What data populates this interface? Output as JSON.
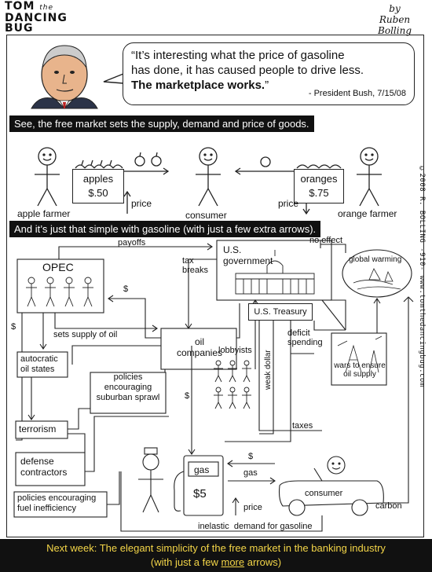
{
  "header": {
    "logo_line1": "TOM",
    "logo_the": "the",
    "logo_line2": "DANCING",
    "logo_line3": "BUG",
    "by": "by",
    "author_first": "Ruben",
    "author_last": "Bolling"
  },
  "quote": {
    "line1": "“It’s interesting what the price of gasoline",
    "line2": "has done, it has caused people to drive less.",
    "line3": "The marketplace works.",
    "line3_end": "”",
    "attribution": "- President Bush, 7/15/08"
  },
  "section1": {
    "banner": "See, the free market sets the supply, demand and price of goods.",
    "apples_label": "apples",
    "apples_price": "$.50",
    "oranges_label": "oranges",
    "oranges_price": "$.75",
    "price_left": "price",
    "price_right": "price",
    "apple_farmer": "apple farmer",
    "consumer": "consumer",
    "orange_farmer": "orange farmer"
  },
  "section2": {
    "banner": "And it’s just that simple with gasoline (with just a few extra arrows).",
    "opec": "OPEC",
    "payoffs": "payoffs",
    "tax_breaks_1": "tax",
    "tax_breaks_2": "breaks",
    "us_gov_1": "U.S.",
    "us_gov_2": "government",
    "no_effect": "no effect",
    "global_warming": "global warming",
    "dollar_1": "$",
    "dollar_2": "$",
    "dollar_3": "$",
    "dollar_4": "$",
    "sets_supply": "sets supply of oil",
    "oil_1": "oil",
    "oil_2": "companies",
    "lobbyists": "lobbyists",
    "treasury": "U.S. Treasury",
    "deficit_1": "deficit",
    "deficit_2": "spending",
    "wars_1": "wars to ensure",
    "wars_2": "oil supply",
    "autocratic_1": "autocratic",
    "autocratic_2": "oil states",
    "sprawl_1": "policies",
    "sprawl_2": "encouraging",
    "sprawl_3": "suburban sprawl",
    "weak_dollar": "weak dollar",
    "terrorism": "terrorism",
    "taxes": "taxes",
    "defense_1": "defense",
    "defense_2": "contractors",
    "gas_label": "gas",
    "gas_price": "$5",
    "gas_arrow": "gas",
    "consumer2": "consumer",
    "price": "price",
    "carbon": "carbon",
    "fuel_1": "policies encouraging",
    "fuel_2": "fuel inefficiency",
    "inelastic": "inelastic  demand for gasoline"
  },
  "footer": {
    "line1": "Next week:  The elegant simplicity of the free market in the banking industry",
    "line2_pre": "(with just a few ",
    "line2_u": "more",
    "line2_post": " arrows)"
  },
  "copyright": "©2008 R. BOLLING  -910-  www.tomthedancingbug.com"
}
